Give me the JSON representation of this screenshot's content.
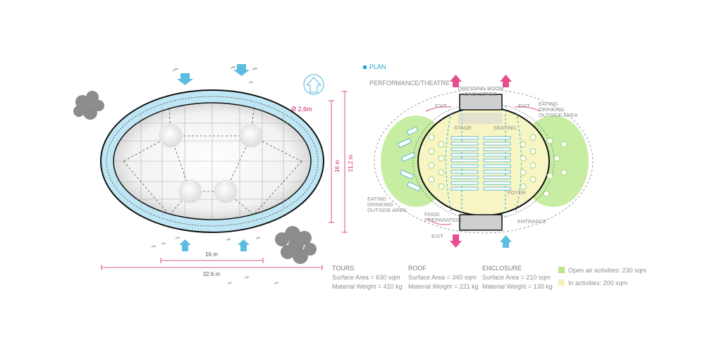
{
  "left_plan": {
    "diameter_label": "Ø 2,6m",
    "height_inner": "16 m",
    "height_outer": "21,2 m",
    "width_inner": "16 m",
    "width_outer": "32.6 m"
  },
  "right_plan": {
    "title": "PLAN",
    "performance": "PERFORMANCE/THEATRE",
    "dressing_1": "DRESSING ROOM",
    "dressing_2": "BACKSTAGE",
    "exit_left": "EXIT",
    "exit_right": "EXIT",
    "exit_bottom": "EXIT",
    "stage": "STAGE",
    "seating": "SEATING",
    "foyer": "FOYER",
    "eating_right_1": "EATING",
    "eating_right_2": "DRINKING",
    "eating_right_3": "OUTSIDE AREA",
    "eating_left_1": "EATING",
    "eating_left_2": "DRINKING",
    "eating_left_3": "OUTSIDE AREA",
    "food_1": "FOOD",
    "food_2": "PREPARATION",
    "entrance": "ENTRANCE"
  },
  "info": {
    "tours": {
      "title": "TOURS",
      "area": "Surface Area = 630 sqm",
      "weight": "Material Weight = 410 kg"
    },
    "roof": {
      "title": "ROOF",
      "area": "Surface Area = 340 sqm",
      "weight": "Material Weight = 221 kg"
    },
    "enclosure": {
      "title": "ENCLOSURE",
      "area": "Surface Area = 210 sqm",
      "weight": "Material Weight = 130 kg"
    }
  },
  "legend": {
    "open_air": {
      "label": "Open air activities: 230 sqm",
      "color": "#b9e58a"
    },
    "in_activities": {
      "label": "In activities: 200 sqm",
      "color": "#f6f3b8"
    }
  },
  "colors": {
    "accent_cyan": "#26a8d2",
    "accent_magenta": "#d2246e",
    "ring_blue": "#bfe6f4"
  }
}
